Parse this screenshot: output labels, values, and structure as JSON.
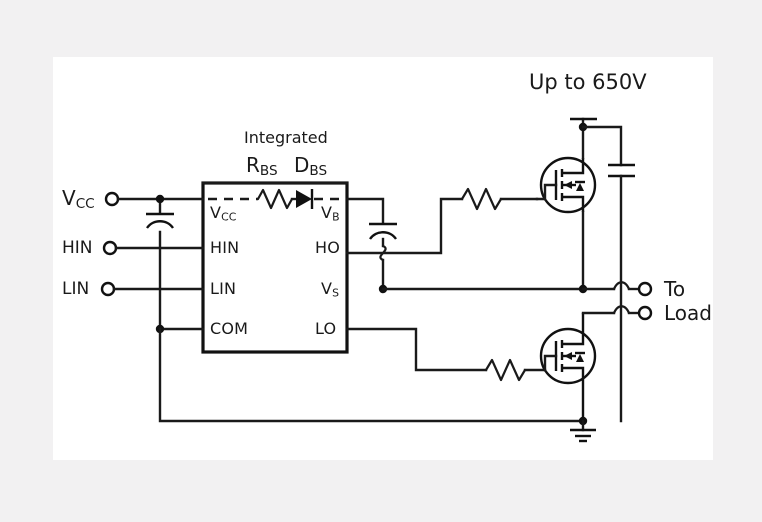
{
  "page": {
    "background_color": "#f2f1f2",
    "canvas_color": "#ffffff",
    "ink_color": "#1a1a1a"
  },
  "diagram": {
    "type": "half-bridge-gate-driver-schematic",
    "integrated_note": {
      "line1": "Integrated",
      "part1_base": "R",
      "part1_sub": "BS",
      "part2_base": "D",
      "part2_sub": "BS"
    },
    "bus_label": "Up to 650V",
    "ic_pins_left": [
      {
        "base": "V",
        "sub": "CC"
      },
      {
        "base": "HIN",
        "sub": ""
      },
      {
        "base": "LIN",
        "sub": ""
      },
      {
        "base": "COM",
        "sub": ""
      }
    ],
    "ic_pins_right": [
      {
        "base": "V",
        "sub": "B"
      },
      {
        "base": "HO",
        "sub": ""
      },
      {
        "base": "V",
        "sub": "S"
      },
      {
        "base": "LO",
        "sub": ""
      }
    ],
    "input_terminals": [
      {
        "base": "V",
        "sub": "CC"
      },
      {
        "base": "HIN",
        "sub": ""
      },
      {
        "base": "LIN",
        "sub": ""
      }
    ],
    "output_terminals": {
      "line1": "To",
      "line2": "Load"
    },
    "components": [
      {
        "name": "bootstrap-resistor",
        "label_base": "R",
        "label_sub": "BS"
      },
      {
        "name": "bootstrap-diode",
        "label_base": "D",
        "label_sub": "BS"
      },
      {
        "name": "vcc-decoupling-capacitor",
        "label": ""
      },
      {
        "name": "bootstrap-capacitor",
        "label": ""
      },
      {
        "name": "dc-bus-capacitor",
        "label": ""
      },
      {
        "name": "high-side-gate-resistor",
        "label": ""
      },
      {
        "name": "low-side-gate-resistor",
        "label": ""
      },
      {
        "name": "high-side-mosfet",
        "label": ""
      },
      {
        "name": "low-side-mosfet",
        "label": ""
      },
      {
        "name": "ground",
        "label": ""
      }
    ]
  }
}
